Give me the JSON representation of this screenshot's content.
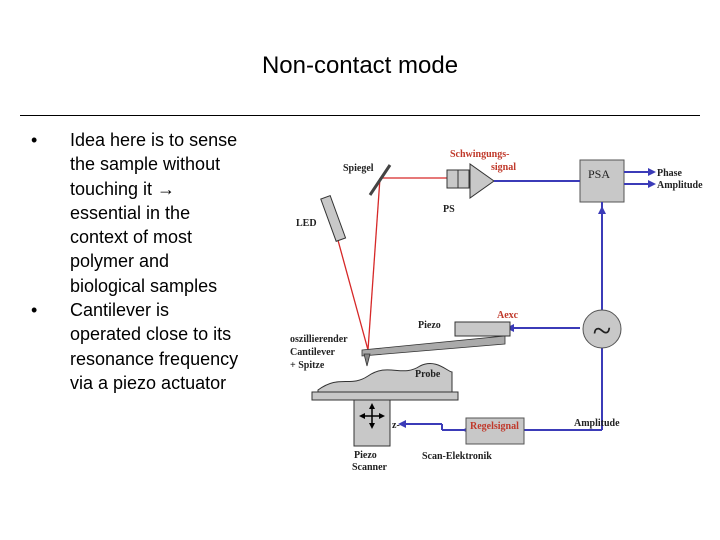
{
  "slide": {
    "title": "Non-contact mode",
    "bullets": [
      "Idea here is to sense the sample without touching it → essential in the context of most polymer and biological samples",
      "Cantilever is operated close to its resonance frequency via a piezo actuator"
    ]
  },
  "diagram": {
    "labels": {
      "schwingungs_1": "Schwingungs-",
      "schwingungs_2": "signal",
      "psa": "PSA",
      "phase": "Phase",
      "amplitude_out": "Amplitude",
      "spiegel": "Spiegel",
      "led": "LED",
      "ps": "PS",
      "piezo": "Piezo",
      "aexc": "Aexc",
      "osz_1": "oszillierender",
      "osz_2": "Cantilever",
      "osz_3": "+ Spitze",
      "probe": "Probe",
      "z": "z-",
      "regelsignal": "Regelsignal",
      "amplitude_fb": "Amplitude",
      "piezo_scanner_1": "Piezo",
      "piezo_scanner_2": "Scanner",
      "scan_elektronik": "Scan-Elektronik",
      "tilde": "~"
    },
    "colors": {
      "laser": "#d62828",
      "signal": "#3b3bb8",
      "box": "#c8c8c8",
      "label_red": "#c0392b"
    }
  }
}
